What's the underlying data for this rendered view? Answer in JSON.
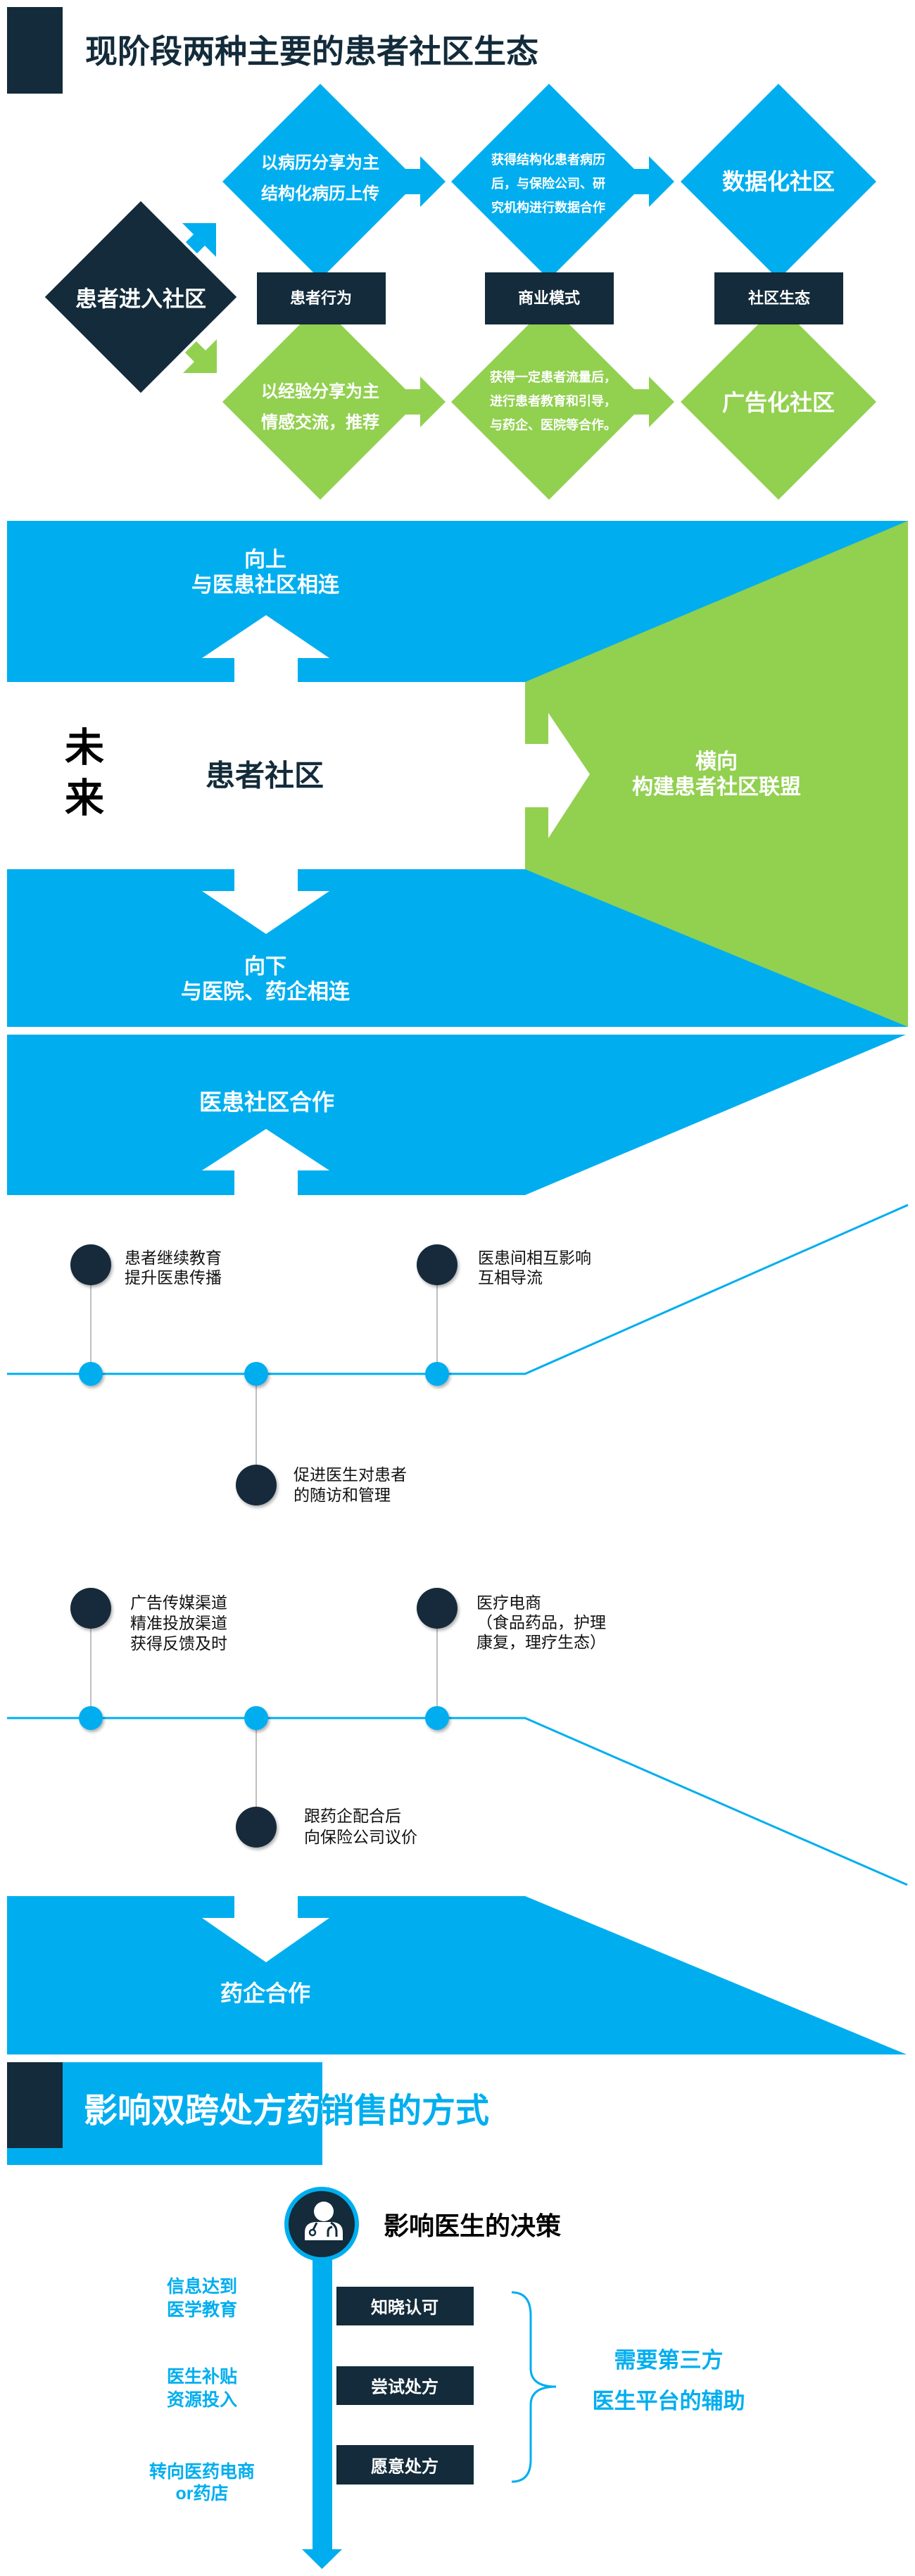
{
  "colors": {
    "blue": "#00AEEF",
    "green": "#92D050",
    "navy": "#132B3A",
    "gray": "#BFBFBF"
  },
  "section1": {
    "title": "现阶段两种主要的患者社区生态",
    "entry": "患者进入社区",
    "row_labels": [
      "患者行为",
      "商业模式",
      "社区生态"
    ],
    "data_row": {
      "behavior": [
        "以病历分享为主",
        "结构化病历上传"
      ],
      "business_model": [
        "获得结构化患者病历",
        "后，与保险公司、研",
        "究机构进行数据合作"
      ],
      "ecosystem": "数据化社区"
    },
    "ad_row": {
      "behavior": [
        "以经验分享为主",
        "情感交流，推荐"
      ],
      "business_model": [
        "获得一定患者流量后，",
        "进行患者教育和引导，",
        "与药企、医院等合作。"
      ],
      "ecosystem": "广告化社区"
    }
  },
  "section2": {
    "future_label": [
      "未",
      "来"
    ],
    "center": "患者社区",
    "up": [
      "向上",
      "与医患社区相连"
    ],
    "lateral": [
      "横向",
      "构建患者社区联盟"
    ],
    "down": [
      "向下",
      "与医院、药企相连"
    ]
  },
  "section3": {
    "doctor_patient_band": "医患社区合作",
    "timeline1": [
      [
        "患者继续教育",
        "提升医患传播"
      ],
      [
        "促进医生对患者",
        "的随访和管理"
      ],
      [
        "医患间相互影响",
        "互相导流"
      ]
    ],
    "timeline2": [
      [
        "广告传媒渠道",
        "精准投放渠道",
        "获得反馈及时"
      ],
      [
        "跟药企配合后",
        "向保险公司议价"
      ],
      [
        "医疗电商",
        "（食品药品，护理",
        "康复，理疗生态）"
      ]
    ],
    "pharma_band": "药企合作"
  },
  "section4": {
    "title": "影响双跨处方药销售的方式",
    "icon": "doctor-stethoscope-icon",
    "heading": "影响医生的决策",
    "means": [
      [
        "信息达到",
        "医学教育"
      ],
      [
        "医生补贴",
        "资源投入"
      ],
      [
        "转向医药电商",
        "or药店"
      ]
    ],
    "stages": [
      "知晓认可",
      "尝试处方",
      "愿意处方"
    ],
    "conclusion": [
      "需要第三方",
      "医生平台的辅助"
    ]
  }
}
